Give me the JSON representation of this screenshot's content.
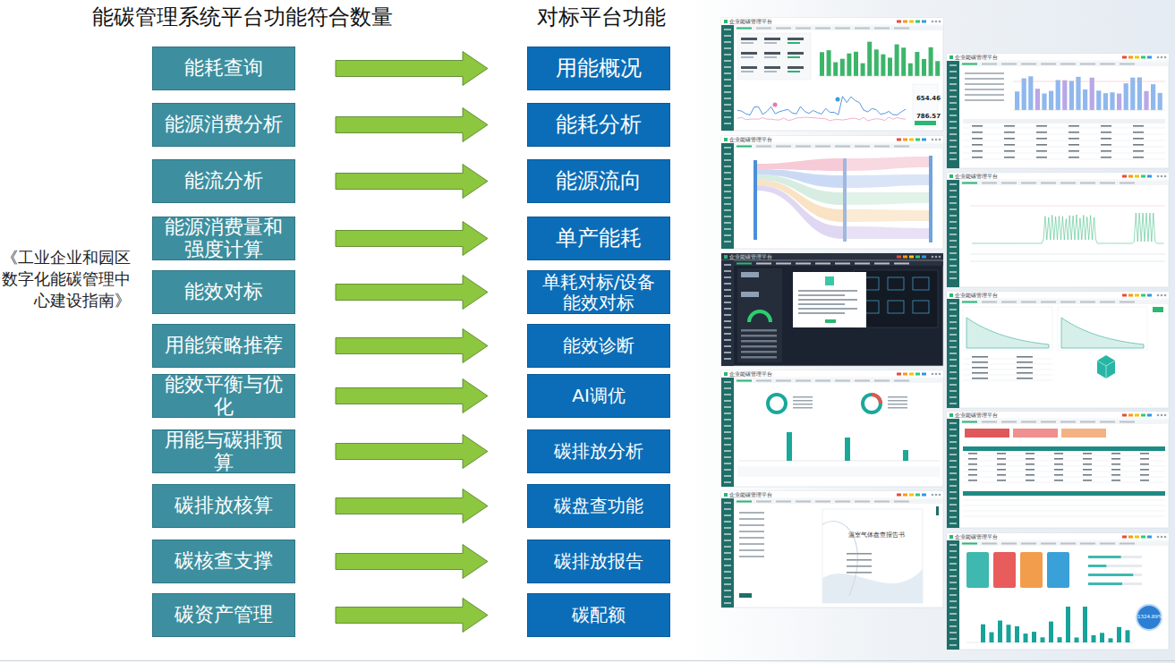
{
  "diagram": {
    "title": "能碳管理系统平台功能符合数量",
    "nodes": [
      {
        "text": [
          "能耗查询"
        ]
      },
      {
        "text": [
          "用能概况"
        ]
      },
      {
        "text": [
          "能源消费分析"
        ]
      },
      {
        "text": [
          "能耗分析"
        ]
      },
      {
        "text": [
          "能流分析"
        ]
      },
      {
        "text": [
          "能源流向"
        ]
      },
      {
        "text": [
          "能源消费量和强度计算"
        ]
      },
      {
        "text": [
          "单产能耗"
        ]
      },
      {
        "text": [
          "能效对标"
        ]
      },
      {
        "text": [
          "单耗对标/设备能效对标"
        ]
      },
      {
        "text": [
          "用能策略推荐"
        ]
      },
      {
        "text": [
          "能效诊断"
        ]
      },
      {
        "text": [
          "能效平衡与优化"
        ]
      },
      {
        "text": [
          "AI调优"
        ]
      },
      {
        "text": [
          "用能与碳排预算"
        ]
      },
      {
        "text": [
          "碳排放分析"
        ]
      },
      {
        "text": [
          "碳排放核算"
        ]
      },
      {
        "text": [
          "碳盘查功能"
        ]
      },
      {
        "text": [
          "碳核查支撑"
        ]
      },
      {
        "text": [
          "碳排放报告"
        ]
      },
      {
        "text": [
          "碳资产管理"
        ]
      },
      {
        "text": [
          "碳配额"
        ]
      }
    ],
    "edges": [
      {
        "from": 0,
        "to": 1,
        "arrow": "to"
      },
      {
        "from": 2,
        "to": 3,
        "arrow": "to"
      },
      {
        "from": 4,
        "to": 5,
        "arrow": "to"
      },
      {
        "from": 6,
        "to": 7,
        "arrow": "to"
      },
      {
        "from": 8,
        "to": 9,
        "arrow": "to"
      },
      {
        "from": 10,
        "to": 11,
        "arrow": "to"
      },
      {
        "from": 12,
        "to": 13,
        "arrow": "to"
      },
      {
        "from": 14,
        "to": 15,
        "arrow": "to"
      },
      {
        "from": 16,
        "to": 17,
        "arrow": "to"
      },
      {
        "from": 18,
        "to": 19,
        "arrow": "to"
      },
      {
        "from": 20,
        "to": 21,
        "arrow": "to"
      }
    ],
    "labels": [
      "对标平台功能",
      "《工业企业和园区数字化能碳管理中心建设指南》",
      "企业能碳管理平台",
      "企业能碳管理平台",
      "企业能碳管理平台",
      "企业能碳管理平台",
      "企业能碳管理平台",
      "企业能碳管理平台",
      "企业能碳管理平台",
      "企业能碳管理平台",
      "企业能碳管理平台",
      "企业能碳管理平台",
      "654.46",
      "786.57",
      "温室气体盘查报告书",
      "1324.89%"
    ]
  }
}
